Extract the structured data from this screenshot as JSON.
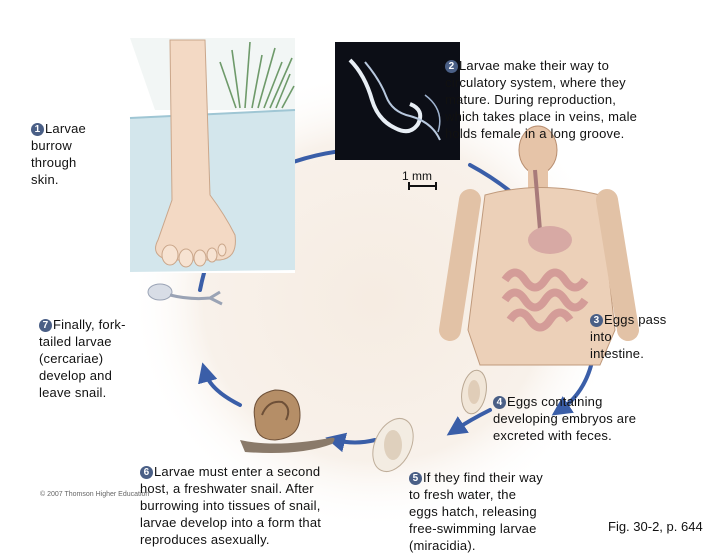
{
  "steps": [
    {
      "num": "1",
      "text": "Larvae\nburrow\nthrough\nskin."
    },
    {
      "num": "2",
      "text": "Larvae make their way to\ncirculatory system, where they\nmature. During reproduction,\nwhich takes place in veins, male\nholds female in a long groove."
    },
    {
      "num": "3",
      "text": "Eggs pass\ninto\nintestine."
    },
    {
      "num": "4",
      "text": "Eggs containing\ndeveloping embryos are\nexcreted with feces."
    },
    {
      "num": "5",
      "text": "If they find their way\nto fresh water, the\neggs hatch, releasing\nfree-swimming larvae\n(miracidia)."
    },
    {
      "num": "6",
      "text": "Larvae must enter a second\nhost, a freshwater snail. After\nburrowing into tissues of snail,\nlarvae develop into a form that\nreproduces asexually."
    },
    {
      "num": "7",
      "text": "Finally, fork-\ntailed larvae\n(cercariae)\ndevelop and\nleave snail."
    }
  ],
  "scale_bar": "1 mm",
  "copyright": "© 2007 Thomson Higher Education",
  "figure_label": "Fig. 30-2, p. 644",
  "colors": {
    "cycle_bg": "#f6ece2",
    "arrow": "#3a5ea8",
    "step_badge": "#4a5f86",
    "water": "#c4dde6"
  }
}
